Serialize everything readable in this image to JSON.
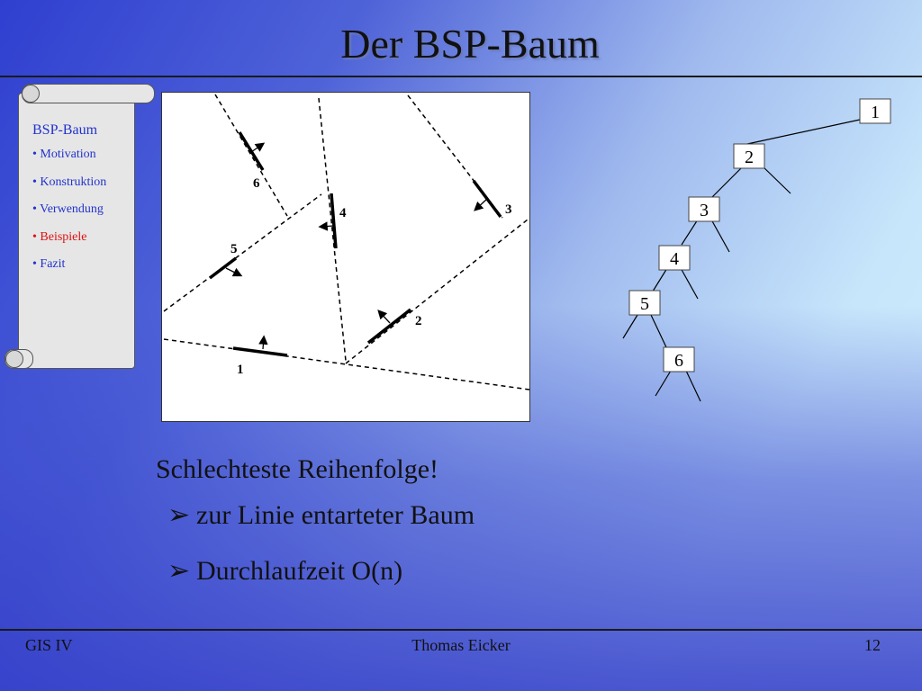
{
  "title": "Der BSP-Baum",
  "toc": {
    "heading": "BSP-Baum",
    "items": [
      {
        "label": "• Motivation",
        "active": false
      },
      {
        "label": "• Konstruktion",
        "active": false
      },
      {
        "label": "• Verwendung",
        "active": false
      },
      {
        "label": "• Beispiele",
        "active": true
      },
      {
        "label": "• Fazit",
        "active": false
      }
    ]
  },
  "diagram": {
    "segment_labels": [
      "1",
      "2",
      "3",
      "4",
      "5",
      "6"
    ]
  },
  "tree": {
    "nodes": [
      "1",
      "2",
      "3",
      "4",
      "5",
      "6"
    ]
  },
  "content": {
    "heading": "Schlechteste Reihenfolge!",
    "bullets": [
      "zur Linie entarteter Baum",
      "Durchlaufzeit O(n)"
    ],
    "bullet_glyph": "➢"
  },
  "footer": {
    "left": "GIS IV",
    "center": "Thomas Eicker",
    "right": "12"
  },
  "colors": {
    "toc_text": "#2233cc",
    "toc_active": "#dd1111"
  }
}
